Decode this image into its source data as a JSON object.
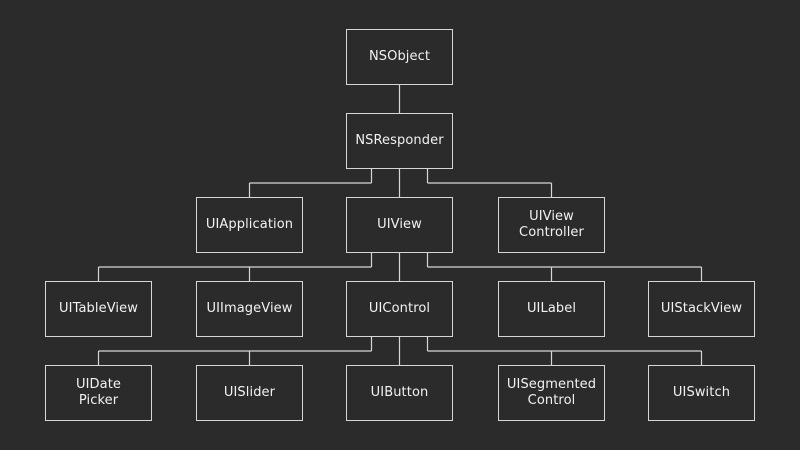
{
  "diagram": {
    "colors": {
      "background": "#2b2b2b",
      "line": "#d6d6d6",
      "text": "#f2f2f2"
    },
    "nodes": {
      "nsobject": "NSObject",
      "nsresponder": "NSResponder",
      "uiapplication": "UIApplication",
      "uiview": "UIView",
      "uiviewcontroller": "UIView\nController",
      "uitableview": "UITableView",
      "uiimageview": "UIImageView",
      "uicontrol": "UIControl",
      "uilabel": "UILabel",
      "uistackview": "UIStackView",
      "uidatepicker": "UIDate\nPicker",
      "uislider": "UISlider",
      "uibutton": "UIButton",
      "uisegmentedcontrol": "UISegmented\nControl",
      "uiswitch": "UISwitch"
    },
    "edges": [
      [
        "nsobject",
        "nsresponder"
      ],
      [
        "nsresponder",
        "uiapplication"
      ],
      [
        "nsresponder",
        "uiview"
      ],
      [
        "nsresponder",
        "uiviewcontroller"
      ],
      [
        "uiview",
        "uitableview"
      ],
      [
        "uiview",
        "uiimageview"
      ],
      [
        "uiview",
        "uicontrol"
      ],
      [
        "uiview",
        "uilabel"
      ],
      [
        "uiview",
        "uistackview"
      ],
      [
        "uicontrol",
        "uidatepicker"
      ],
      [
        "uicontrol",
        "uislider"
      ],
      [
        "uicontrol",
        "uibutton"
      ],
      [
        "uicontrol",
        "uisegmentedcontrol"
      ],
      [
        "uicontrol",
        "uiswitch"
      ]
    ]
  }
}
